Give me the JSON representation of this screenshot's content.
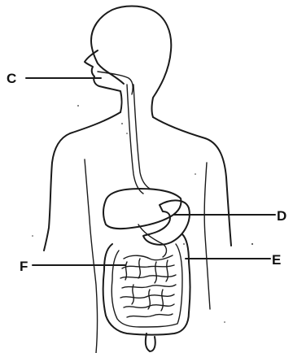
{
  "labels": {
    "c": "C",
    "d": "D",
    "e": "E",
    "f": "F"
  },
  "colors": {
    "ink": "#1a1a1a",
    "background": "#ffffff"
  }
}
